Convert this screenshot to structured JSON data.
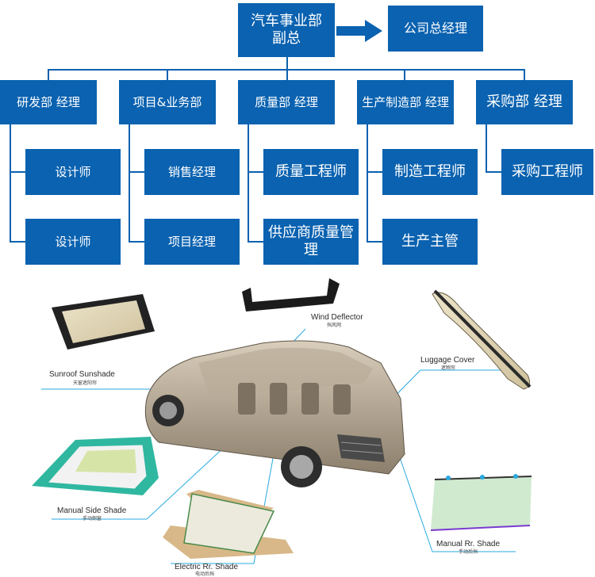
{
  "org": {
    "top": {
      "line1": "汽车事业部",
      "line2": "副总"
    },
    "company": "公司总经理",
    "departments": [
      {
        "head": "研发部 经理",
        "subs": [
          "设计师",
          "设计师"
        ]
      },
      {
        "head": "项目&业务部",
        "subs": [
          "销售经理",
          "项目经理"
        ]
      },
      {
        "head": "质量部 经理",
        "subs": [
          "质量工程师",
          "供应商质量管理"
        ]
      },
      {
        "head": "生产制造部 经理",
        "subs": [
          "制造工程师",
          "生产主管"
        ]
      },
      {
        "head": "采购部 经理",
        "subs": [
          "采购工程师"
        ]
      }
    ]
  },
  "products": [
    {
      "en": "Wind Deflector",
      "cn": "挡风网"
    },
    {
      "en": "Sunroof Sunshade",
      "cn": "天窗遮阳帘"
    },
    {
      "en": "Luggage Cover",
      "cn": "遮物帘"
    },
    {
      "en": "Manual Side Shade",
      "cn": "手动侧窗"
    },
    {
      "en": "Manual Rr. Shade",
      "cn": "手动后挡"
    },
    {
      "en": "Electric Rr. Shade",
      "cn": "电动后挡"
    }
  ],
  "colors": {
    "box": "#0a62b0",
    "callout": "#29a9e0"
  }
}
